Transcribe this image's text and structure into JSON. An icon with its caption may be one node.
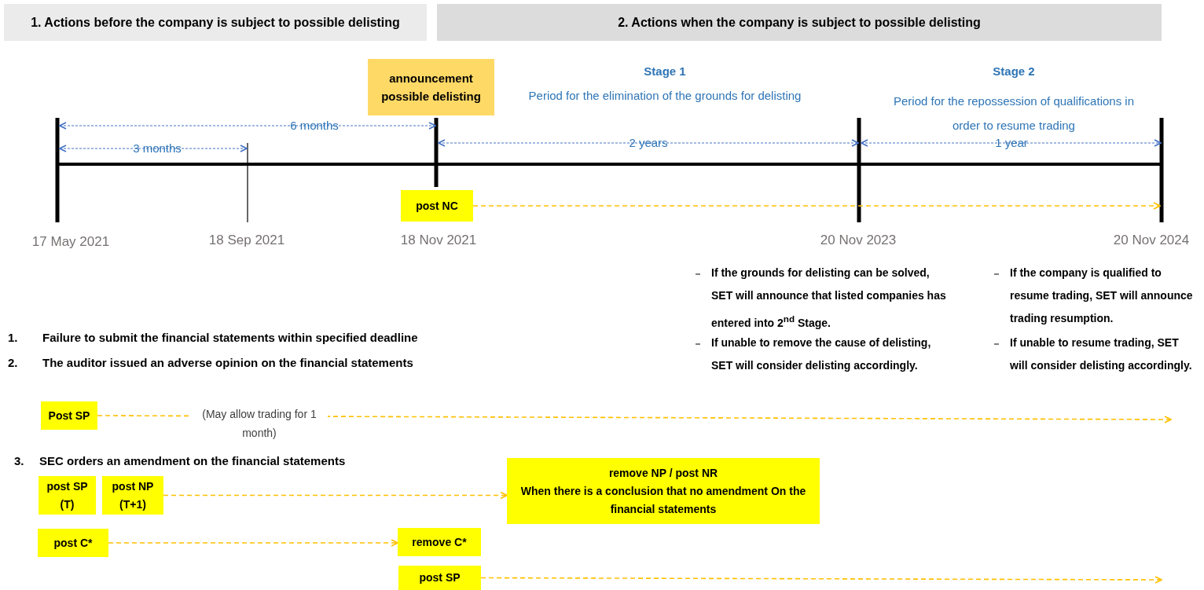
{
  "diagram": {
    "nodes": [
      {
        "text": [
          "1. Actions before the company is subject to possible delisting"
        ]
      },
      {
        "text": [
          "2. Actions when the company is subject to possible delisting"
        ]
      },
      {
        "text": [
          "announcement possible delisting"
        ]
      },
      {
        "text": [
          "post NC"
        ]
      },
      {
        "text": [
          "Post SP"
        ]
      },
      {
        "text": [
          "post SP (T)"
        ]
      },
      {
        "text": [
          "post NP (T+1)"
        ]
      },
      {
        "text": [
          "remove NP / post NR",
          "When there is a conclusion that no amendment On the financial statements"
        ]
      },
      {
        "text": [
          "post C*"
        ]
      },
      {
        "text": [
          "remove C*"
        ]
      },
      {
        "text": [
          "post SP"
        ]
      }
    ],
    "edges": [
      {
        "from": 3,
        "to": null,
        "arrow": "to",
        "style": "dashed"
      },
      {
        "from": 4,
        "to": null,
        "arrow": "to",
        "style": "dashed",
        "label": "(May allow trading for 1 month)"
      },
      {
        "from": 6,
        "to": 7,
        "arrow": "to",
        "style": "dashed"
      },
      {
        "from": 8,
        "to": 9,
        "arrow": "to",
        "style": "dashed"
      },
      {
        "from": 10,
        "to": null,
        "arrow": "to",
        "style": "dashed"
      }
    ],
    "labels": [
      "Stage 1",
      "Period for the elimination of the grounds for delisting",
      "Stage 2",
      "Period for the repossession of qualifications in order to resume trading",
      "6 months",
      "3 months",
      "2 years",
      "1 year",
      "17 May 2021",
      "18 Sep 2021",
      "18 Nov 2021",
      "20 Nov 2023",
      "20 Nov 2024",
      "If the grounds for delisting can be solved, SET will announce that listed companies has entered into 2$^{nd}$ Stage.",
      "If  the company is qualified to resume trading, SET will announce trading resumption.",
      "If unable to remove the cause of delisting, SET will consider delisting accordingly.",
      "If unable to resume trading, SET will consider delisting accordingly.",
      "1.",
      "Failure to submit the financial statements within specified deadline",
      "2.",
      "The auditor issued an adverse opinion on the financial statements",
      "3.",
      "SEC orders an amendment on the financial statements"
    ]
  }
}
